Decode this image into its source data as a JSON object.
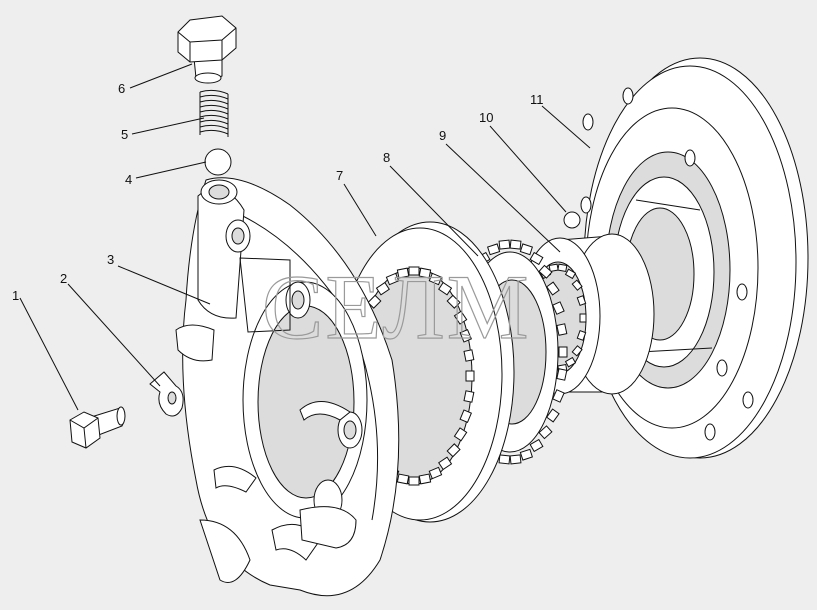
{
  "watermark": "СЕЛМ",
  "callouts": [
    {
      "id": "callout-1",
      "label": "1"
    },
    {
      "id": "callout-2",
      "label": "2"
    },
    {
      "id": "callout-3",
      "label": "3"
    },
    {
      "id": "callout-4",
      "label": "4"
    },
    {
      "id": "callout-5",
      "label": "5"
    },
    {
      "id": "callout-6",
      "label": "6"
    },
    {
      "id": "callout-7",
      "label": "7"
    },
    {
      "id": "callout-8",
      "label": "8"
    },
    {
      "id": "callout-9",
      "label": "9"
    },
    {
      "id": "callout-10",
      "label": "10"
    },
    {
      "id": "callout-11",
      "label": "11"
    }
  ]
}
